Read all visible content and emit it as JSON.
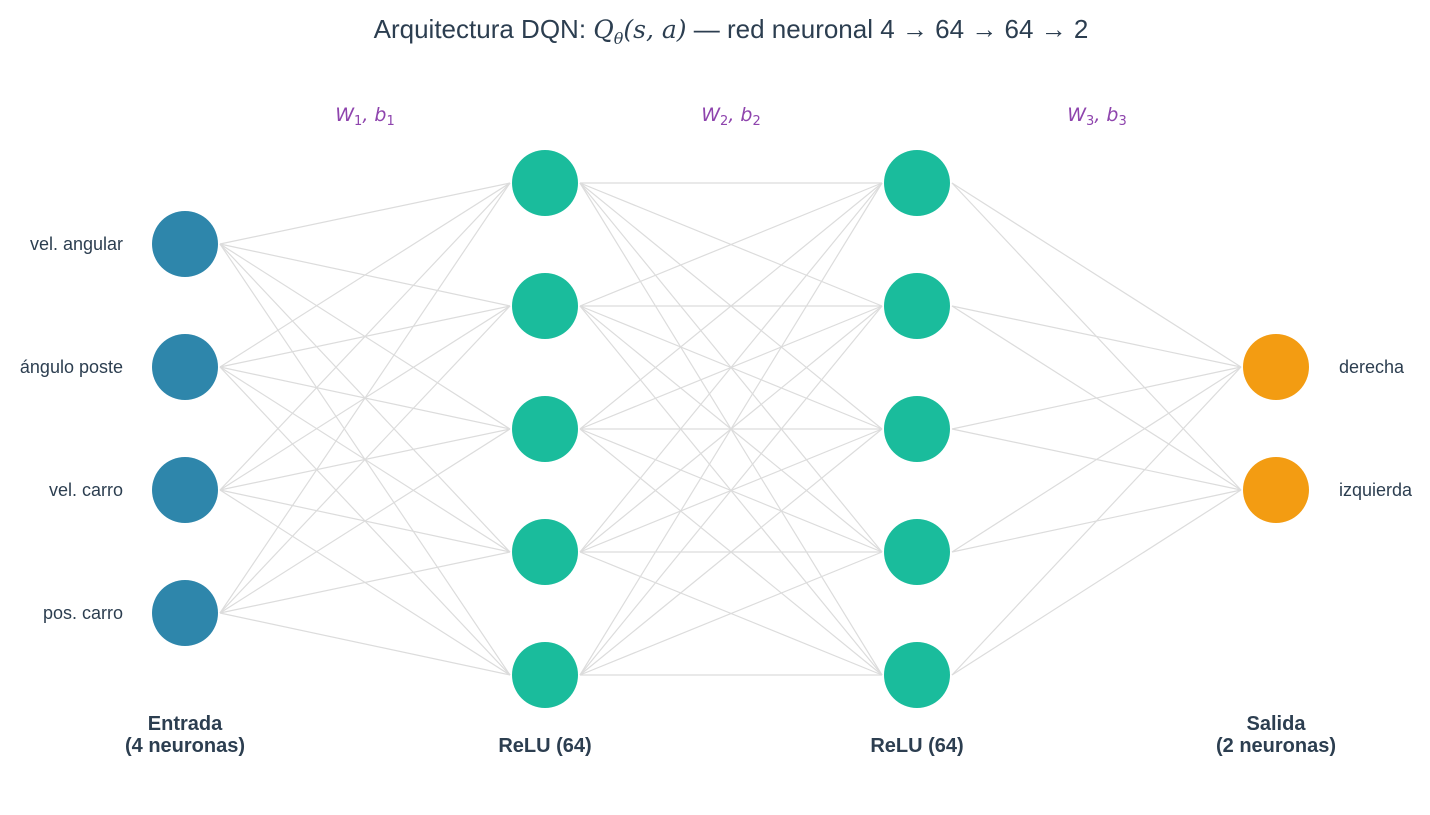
{
  "title": {
    "prefix": "Arquitectura DQN: ",
    "q": "Q",
    "theta": "θ",
    "args": "(s, a)",
    "suffix": " — red neuronal 4 → 64 → 64 → 2"
  },
  "weights": [
    {
      "w": "W",
      "i": "1",
      "b": "b"
    },
    {
      "w": "W",
      "i": "2",
      "b": "b"
    },
    {
      "w": "W",
      "i": "3",
      "b": "b"
    }
  ],
  "inputs": [
    "vel. angular",
    "ángulo poste",
    "vel. carro",
    "pos. carro"
  ],
  "outputs": [
    "derecha",
    "izquierda"
  ],
  "layers": [
    {
      "line1": "Entrada",
      "line2": "(4 neuronas)"
    },
    {
      "line1": "ReLU (64)",
      "line2": ""
    },
    {
      "line1": "ReLU (64)",
      "line2": ""
    },
    {
      "line1": "Salida",
      "line2": "(2 neuronas)"
    }
  ],
  "colors": {
    "input": "#2e86ab",
    "hidden": "#1abc9c",
    "output": "#f39c12",
    "edge": "#dcdcdc",
    "weight_label": "#8e44ad",
    "text": "#2c3e50"
  }
}
